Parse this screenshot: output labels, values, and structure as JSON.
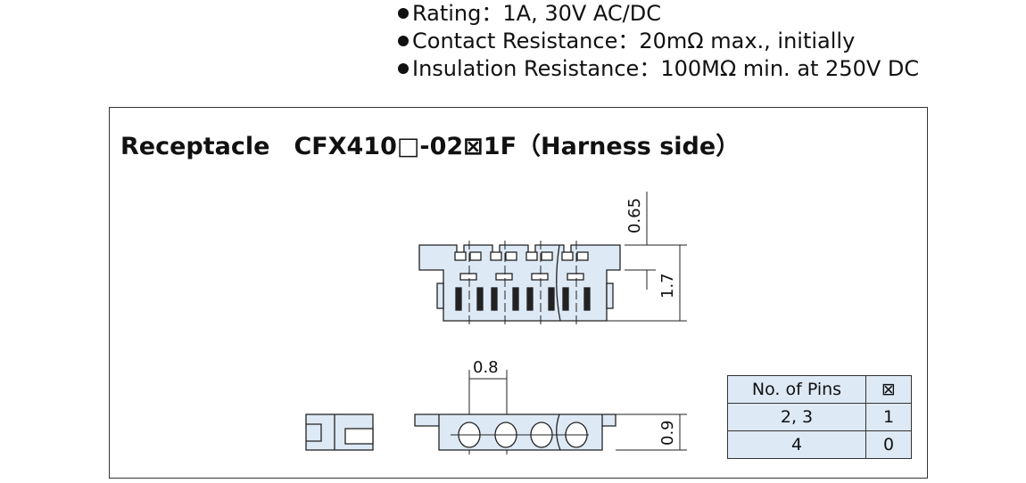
{
  "specs": [
    {
      "label": "Rating",
      "value": "1A, 30V AC/DC"
    },
    {
      "label": "Contact Resistance",
      "value": "20mΩ max., initially"
    },
    {
      "label": "Insulation Resistance",
      "value": "100MΩ min. at 250V DC"
    }
  ],
  "separator": "：",
  "drawing": {
    "title": "Receptacle　CFX410□-02⊠1F（Harness side）",
    "dimensions": {
      "top_offset": "0.65",
      "height": "1.7",
      "pitch": "0.8",
      "depth": "0.9"
    },
    "fill_color": "#dde9f5"
  },
  "pin_table": {
    "headers": [
      "No. of Pins",
      "⊠"
    ],
    "rows": [
      [
        "2, 3",
        "1"
      ],
      [
        "4",
        "0"
      ]
    ]
  }
}
